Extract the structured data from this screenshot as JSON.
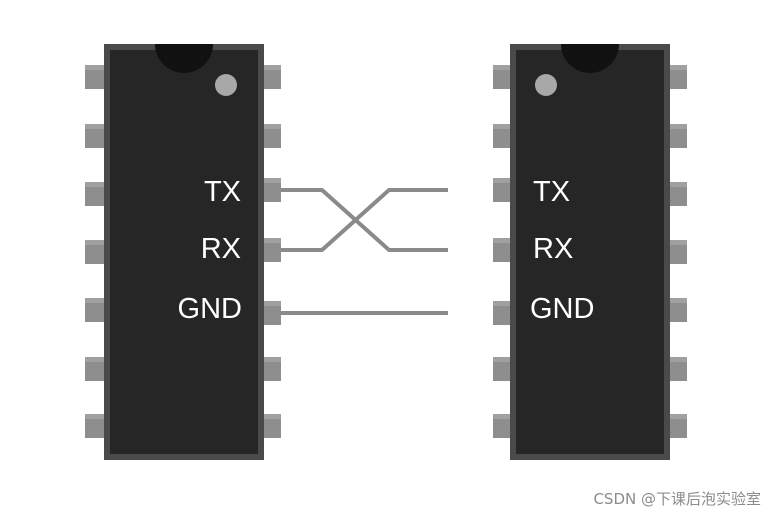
{
  "left_chip": {
    "labels": {
      "tx": "TX",
      "rx": "RX",
      "gnd": "GND"
    }
  },
  "right_chip": {
    "labels": {
      "tx": "TX",
      "rx": "RX",
      "gnd": "GND"
    }
  },
  "watermark": "CSDN @下课后泡实验室",
  "colors": {
    "chip_body": "#262626",
    "chip_bevel": "#4a4a4a",
    "pins": "#8e8e8e",
    "wires": "#8a8a8a",
    "orientation_dot": "#a8a8a8",
    "label_text": "#ffffff",
    "background": "#ffffff"
  }
}
